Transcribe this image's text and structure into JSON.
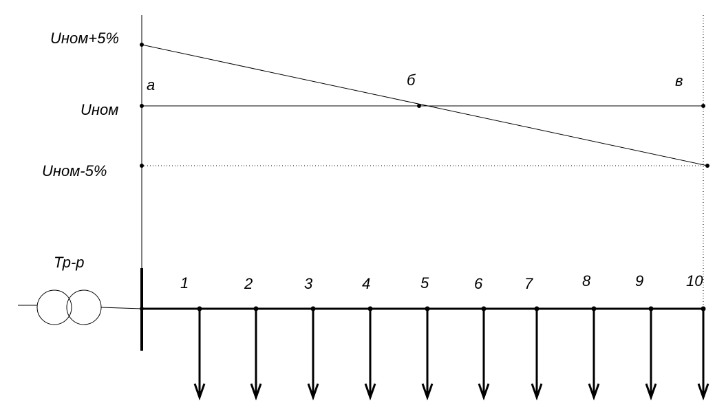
{
  "levels": {
    "plus": "Uном+5%",
    "nominal": "Uном",
    "minus": "Uном-5%"
  },
  "points": {
    "a": "а",
    "b": "б",
    "v": "в"
  },
  "transformer": "Тр-р",
  "nodes": [
    "1",
    "2",
    "3",
    "4",
    "5",
    "6",
    "7",
    "8",
    "9",
    "10"
  ]
}
